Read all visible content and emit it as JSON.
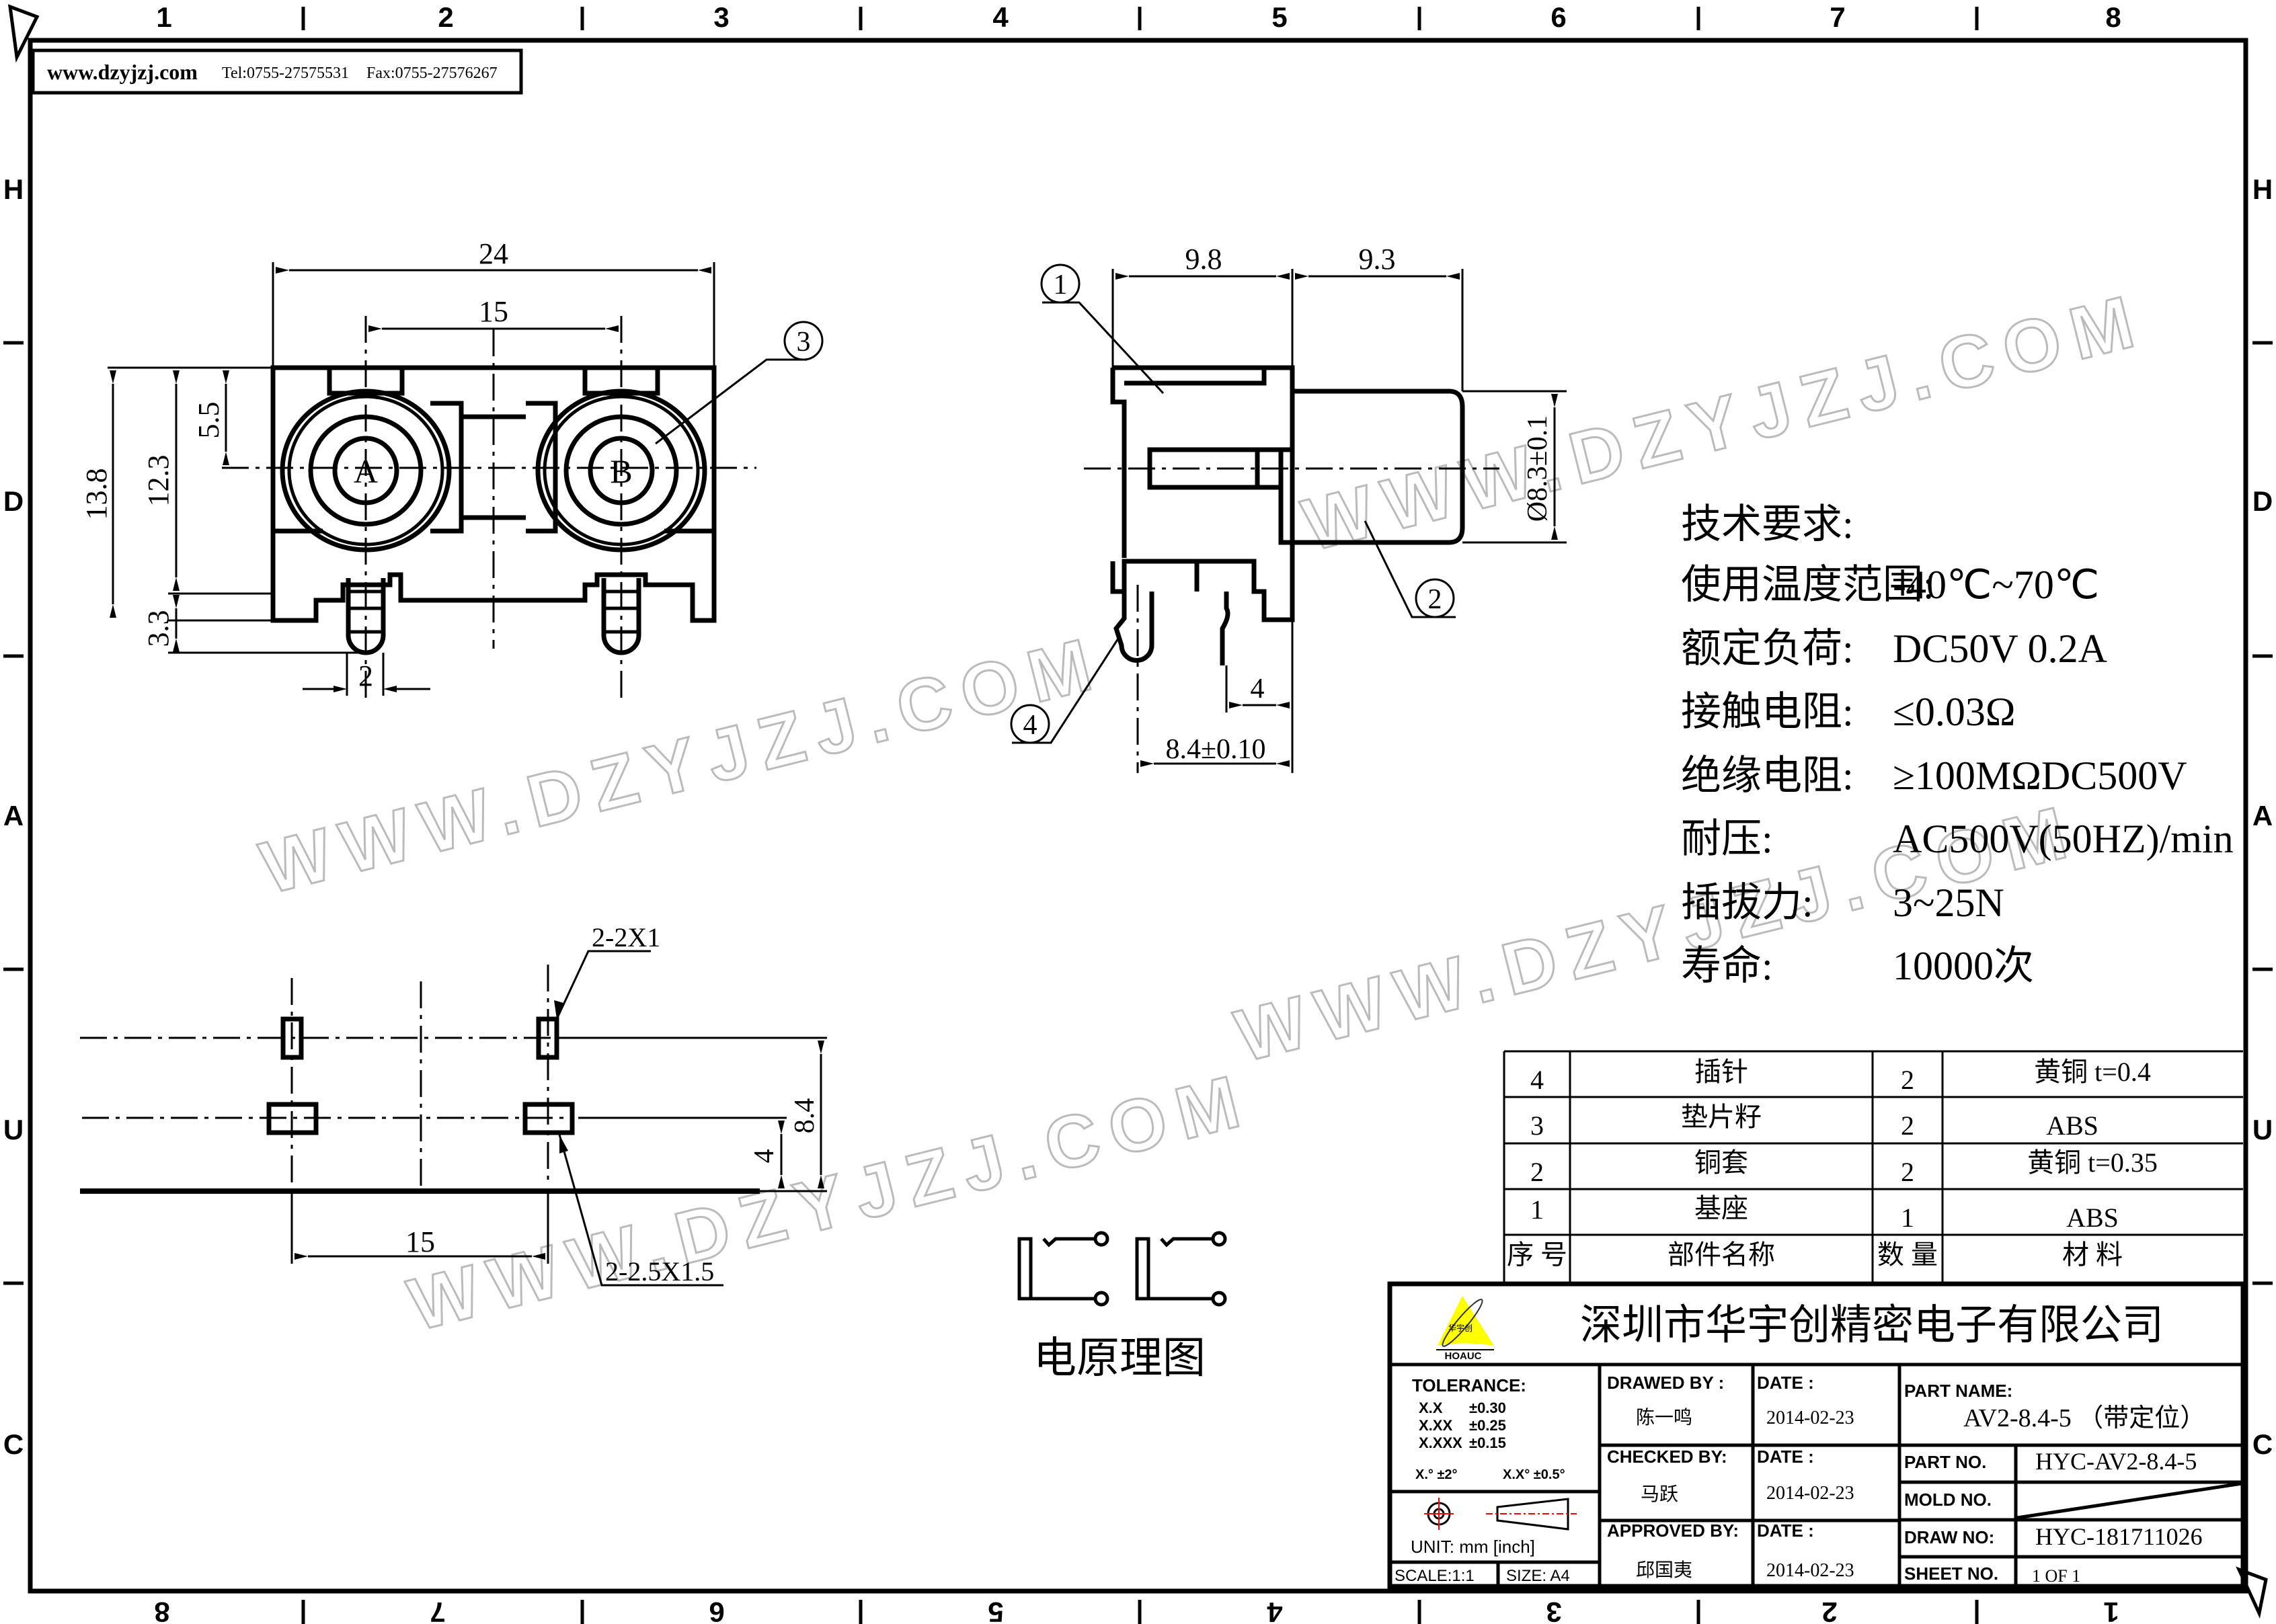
{
  "header": {
    "website": "www.dzyjzj.com",
    "tel": "Tel:0755-27575531",
    "fax": "Fax:0755-27576267"
  },
  "frame": {
    "columns_top": [
      "1",
      "2",
      "3",
      "4",
      "5",
      "6",
      "7",
      "8"
    ],
    "columns_bottom": [
      "8",
      "7",
      "6",
      "5",
      "4",
      "3",
      "2",
      "1"
    ],
    "rows": [
      "H",
      "D",
      "A",
      "U",
      "C"
    ]
  },
  "watermark": "WWW.DZYJZJ.COM",
  "front_view": {
    "dim_width": "24",
    "dim_pitch": "15",
    "dim_height": "13.8",
    "dim_center_height": "12.3",
    "dim_top_to_center": "5.5",
    "dim_pin_length": "3.3",
    "dim_pin_width": "2",
    "jack_a": "A",
    "jack_b": "B",
    "balloon": "3"
  },
  "side_view": {
    "dim_body": "9.8",
    "dim_shell": "9.3",
    "dim_diameter": "Ø8.3±0.1",
    "dim_pin_offset": "4",
    "dim_pin_span": "8.4±0.10",
    "balloons": [
      "1",
      "2",
      "4"
    ]
  },
  "footprint": {
    "label_small_holes": "2-2X1",
    "label_large_holes": "2-2.5X1.5",
    "dim_pitch": "15",
    "dim_row1": "4",
    "dim_row2": "8.4"
  },
  "schematic": {
    "title": "电原理图"
  },
  "specs": {
    "title": "技术要求:",
    "items": [
      {
        "label": "使用温度范围:",
        "value": "-40℃~70℃"
      },
      {
        "label": "额定负荷:",
        "value": "DC50V  0.2A"
      },
      {
        "label": "接触电阻:",
        "value": "≤0.03Ω"
      },
      {
        "label": "绝缘电阻:",
        "value": "≥100MΩDC500V"
      },
      {
        "label": "耐压:",
        "value": "AC500V(50HZ)/min"
      },
      {
        "label": "插拔力:",
        "value": "3~25N"
      },
      {
        "label": "寿命:",
        "value": "10000次"
      }
    ]
  },
  "bom": {
    "headers": [
      "序 号",
      "部件名称",
      "数 量",
      "材 料"
    ],
    "rows": [
      {
        "no": "4",
        "name": "插针",
        "qty": "2",
        "material": "黄铜 t=0.4"
      },
      {
        "no": "3",
        "name": "垫片籽",
        "qty": "2",
        "material": "ABS"
      },
      {
        "no": "2",
        "name": "铜套",
        "qty": "2",
        "material": "黄铜 t=0.35"
      },
      {
        "no": "1",
        "name": "基座",
        "qty": "1",
        "material": "ABS"
      }
    ]
  },
  "title_block": {
    "company": "深圳市华宇创精密电子有限公司",
    "logo_text": "HOAUC",
    "logo_cn": "华宇创",
    "tolerance_label": "TOLERANCE:",
    "tolerances": [
      {
        "k": "X.X",
        "v": "±0.30"
      },
      {
        "k": "X.XX",
        "v": "±0.25"
      },
      {
        "k": "X.XXX",
        "v": "±0.15"
      }
    ],
    "angle_tol_1": "X.° ±2°",
    "angle_tol_2": "X.X° ±0.5°",
    "unit": "UNIT:  mm  [inch]",
    "scale": "SCALE:1:1",
    "size": "SIZE:  A4",
    "drawed_by_label": "DRAWED BY :",
    "drawed_by": "陈一鸣",
    "checked_by_label": "CHECKED BY:",
    "checked_by": "马跃",
    "approved_by_label": "APPROVED BY:",
    "approved_by": "邱国夷",
    "date_label": "DATE :",
    "date_drawed": "2014-02-23",
    "date_checked": "2014-02-23",
    "date_approved": "2014-02-23",
    "part_name_label": "PART NAME:",
    "part_name": "AV2-8.4-5 （带定位）",
    "part_no_label": "PART NO.",
    "part_no": "HYC-AV2-8.4-5",
    "mold_no_label": "MOLD NO.",
    "draw_no_label": "DRAW NO:",
    "draw_no": "HYC-181711026",
    "sheet_no_label": "SHEET NO.",
    "sheet_no": "1 OF 1"
  }
}
